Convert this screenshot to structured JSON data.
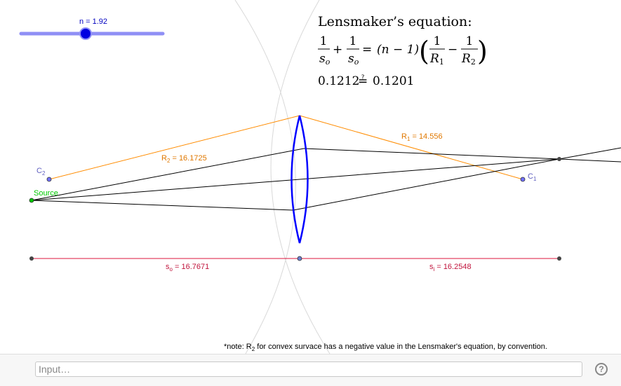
{
  "slider": {
    "label": "n = 1.92",
    "value_fraction": 0.46
  },
  "equation": {
    "title": "Lensmaker’s equation:",
    "numerator_1": "1",
    "denominator_1": "s",
    "denominator_1_sub": "o",
    "numerator_2": "1",
    "denominator_2": "s",
    "denominator_2_sub": "o",
    "plus": "+",
    "equals": "=",
    "middle": "(n − 1)",
    "numerator_3": "1",
    "denominator_3": "R",
    "denominator_3_sub": "1",
    "minus": "−",
    "numerator_4": "1",
    "denominator_4": "R",
    "denominator_4_sub": "2",
    "lhs_value": "0.1212",
    "compare_symbol": "≟",
    "rhs_value": "0.1201"
  },
  "labels": {
    "r1_main": "R",
    "r1_sub": "1",
    "r1_value": " = 14.556",
    "r2_main": "R",
    "r2_sub": "2",
    "r2_value": " = 16.1725",
    "c1_main": "C",
    "c1_sub": "1",
    "c2_main": "C",
    "c2_sub": "2",
    "source": "Source",
    "so_main": "s",
    "so_sub": "o",
    "so_value": " = 16.7671",
    "si_main": "s",
    "si_sub": "i",
    "si_value": " = 16.2548"
  },
  "note": {
    "prefix": "*note: R",
    "sub": "2",
    "suffix": " for convex survace has a negative value in the Lensmaker's equation, by convention."
  },
  "input_bar": {
    "placeholder": "Input…",
    "help": "?"
  },
  "colors": {
    "slider_track": "#8f8ff5",
    "slider_knob": "#0000e0",
    "lens": "#0000ff",
    "radius_lines": "#ff8c00",
    "radius_text": "#e07800",
    "distance_line": "#dc143c",
    "distance_text": "#c0143c",
    "center_points": "#7070ff",
    "center_text": "#6060c0",
    "source": "#00c800",
    "rays": "#000000",
    "guide_circles": "#d9d9d9"
  }
}
